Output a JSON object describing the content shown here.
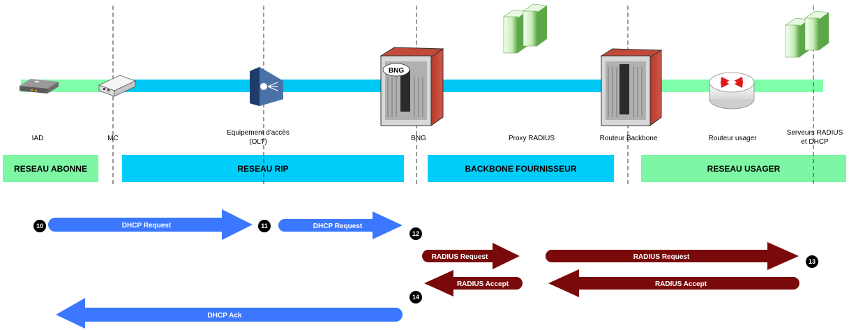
{
  "devices": {
    "iad": "IAD",
    "mc": "MC",
    "olt_line1": "Equipement d'accès",
    "olt_line2": "(OLT)",
    "bng": "BNG",
    "bng_badge": "BNG",
    "proxy_radius": "Proxy RADIUS",
    "backbone_router": "Routeur Backbone",
    "user_router": "Routeur usager",
    "servers_line1": "Serveurs RADIUS",
    "servers_line2": "et DHCP"
  },
  "zones": {
    "abonne": "RESEAU ABONNE",
    "rip": "RESEAU RIP",
    "backbone": "BACKBONE FOURNISSEUR",
    "usager": "RESEAU USAGER"
  },
  "messages": {
    "dhcp_request_1": "DHCP Request",
    "dhcp_request_2": "DHCP Request",
    "radius_request_1": "RADIUS Request",
    "radius_request_2": "RADIUS Request",
    "radius_accept_1": "RADIUS Accept",
    "radius_accept_2": "RADIUS Accept",
    "dhcp_ack": "DHCP Ack"
  },
  "steps": {
    "s10": "10",
    "s11": "11",
    "s12": "12",
    "s13": "13",
    "s14": "14"
  },
  "colors": {
    "dhcp_arrow": "#3b78ff",
    "radius_arrow": "#7a0a0a",
    "access_link": "#7fffaa",
    "rip_link": "#00c8f5",
    "zone_green": "#7ef7a4",
    "zone_cyan": "#00cdfa"
  }
}
